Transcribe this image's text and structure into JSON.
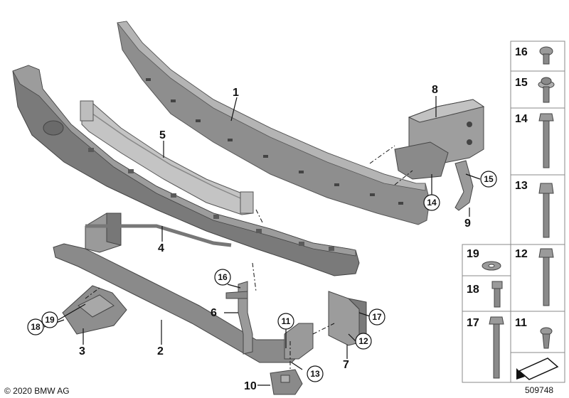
{
  "main_callouts": [
    {
      "id": "c1",
      "label": "1"
    },
    {
      "id": "c2",
      "label": "2"
    },
    {
      "id": "c3",
      "label": "3"
    },
    {
      "id": "c4",
      "label": "4"
    },
    {
      "id": "c5",
      "label": "5"
    },
    {
      "id": "c6",
      "label": "6"
    },
    {
      "id": "c7",
      "label": "7"
    },
    {
      "id": "c8",
      "label": "8"
    },
    {
      "id": "c9",
      "label": "9"
    },
    {
      "id": "c10",
      "label": "10"
    }
  ],
  "circled_callouts": [
    {
      "id": "cc11",
      "label": "11"
    },
    {
      "id": "cc12",
      "label": "12"
    },
    {
      "id": "cc13",
      "label": "13"
    },
    {
      "id": "cc14",
      "label": "14"
    },
    {
      "id": "cc15",
      "label": "15"
    },
    {
      "id": "cc16",
      "label": "16"
    },
    {
      "id": "cc17",
      "label": "17"
    },
    {
      "id": "cc18",
      "label": "18"
    },
    {
      "id": "cc19",
      "label": "19"
    }
  ],
  "legend_cells": [
    {
      "label": "16",
      "icon": "flange-screw-icon"
    },
    {
      "label": "15",
      "icon": "washer-screw-icon"
    },
    {
      "label": "14",
      "icon": "long-hex-bolt-icon"
    },
    {
      "label": "13",
      "icon": "hex-bolt-icon"
    },
    {
      "label": "19",
      "icon": "washer-icon"
    },
    {
      "label": "12",
      "icon": "long-hex-bolt-icon"
    },
    {
      "label": "18",
      "icon": "allen-bolt-icon"
    },
    {
      "label": "17",
      "icon": "long-hex-bolt-icon"
    },
    {
      "label": "11",
      "icon": "expanding-rivet-icon"
    },
    {
      "label": "",
      "icon": "direction-arrow-icon"
    }
  ],
  "copyright": "© 2020 BMW AG",
  "document_number": "509748",
  "colors": {
    "part_fill": "#8a8a8a",
    "part_dark": "#6b6b6b",
    "part_light": "#b8b8b8",
    "frame": "#999999"
  }
}
